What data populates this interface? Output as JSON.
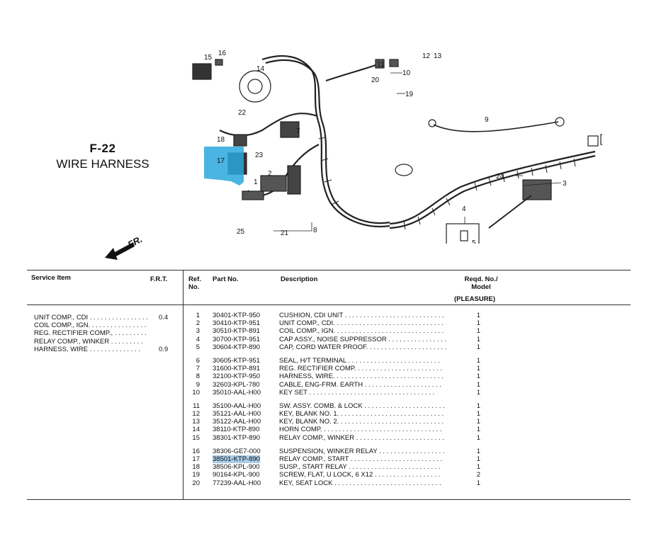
{
  "figure": {
    "code": "F-22",
    "name": "WIRE HARNESS",
    "direction_label": "FR."
  },
  "diagram_callouts": [
    "1",
    "2",
    "3",
    "4",
    "5",
    "6",
    "7",
    "8",
    "9",
    "10",
    "11",
    "12",
    "13",
    "14",
    "15",
    "16",
    "17",
    "18",
    "19",
    "20",
    "21",
    "22",
    "23",
    "24",
    "25"
  ],
  "table": {
    "headers": {
      "service_item": "Service Item",
      "frt": "F.R.T.",
      "ref_no": "Ref. No.",
      "part_no": "Part No.",
      "description": "Description",
      "reqd": "Reqd. No./ Model",
      "model": "(PLEASURE)"
    },
    "service_items": [
      {
        "name": "UNIT COMP., CDI . . . . . . . . . . . . . . . . ",
        "frt": "0.4"
      },
      {
        "name": "COIL COMP., IGN. . . . . . . . . . . . . . . . ",
        "frt": ""
      },
      {
        "name": "REG. RECTIFIER COMP., . . . . . . . . . ",
        "frt": ""
      },
      {
        "name": "RELAY COMP., WINKER . . . . . . . . . ",
        "frt": ""
      },
      {
        "name": "HARNESS, WIRE . . . . . . . . . . . . . . ",
        "frt": "0.9"
      }
    ],
    "groups": [
      [
        {
          "ref": "1",
          "part": "30401-KTP-950",
          "desc": "CUSHION, CDI UNIT . . . . . . . . . . . . . . . . . . . . . . . . . . .",
          "qty": "1"
        },
        {
          "ref": "2",
          "part": "30410-KTP-951",
          "desc": "UNIT COMP., CDI. . . . . . . . . . . . . . . . . . . . . . . . . . . . . .",
          "qty": "1"
        },
        {
          "ref": "3",
          "part": "30510-KTP-891",
          "desc": "COIL COMP., IGN. . . . . . . . . . . . . . . . . . . . . . . . . . . . . .",
          "qty": "1"
        },
        {
          "ref": "4",
          "part": "30700-KTP-951",
          "desc": "CAP ASSY., NOISE SUPPRESSOR . . . . . . . . . . . . . . . .",
          "qty": "1"
        },
        {
          "ref": "5",
          "part": "30604-KTP-890",
          "desc": "CAP, CORD WATER PROOF. . . . . . . . . . . . . . . . . . . . . .",
          "qty": "1"
        }
      ],
      [
        {
          "ref": "6",
          "part": "30605-KTP-951",
          "desc": "SEAL, H/T TERMINAL . . . . . . . . . . . . . . . . . . . . . . . . .",
          "qty": "1"
        },
        {
          "ref": "7",
          "part": "31600-KTP-891",
          "desc": "REG. RECTIFIER COMP. . . . . . . . . . . . . . . . . . . . . . . .",
          "qty": "1"
        },
        {
          "ref": "8",
          "part": "32100-KTP-950",
          "desc": "HARNESS, WIRE. . . . . . . . . . . . . . . . . . . . . . . . . . . . . .",
          "qty": "1"
        },
        {
          "ref": "9",
          "part": "32603-KPL-780",
          "desc": "CABLE, ENG-FRM. EARTH . . . . . . . . . . . . . . . . . . . . .",
          "qty": "1"
        },
        {
          "ref": "10",
          "part": "35010-AAL-H00",
          "desc": "KEY SET . . . . . . . . . . . . . . . . . . . . . . . . . . . . . . . . . .",
          "qty": "1"
        }
      ],
      [
        {
          "ref": "11",
          "part": "35100-AAL-H00",
          "desc": "SW. ASSY. COMB. & LOCK . . . . . . . . . . . . . . . . . . . . . .",
          "qty": "1"
        },
        {
          "ref": "12",
          "part": "35121-AAL-H00",
          "desc": "KEY, BLANK NO. 1. . . . . . . . . . . . . . . . . . . . . . . . . . . . .",
          "qty": "1"
        },
        {
          "ref": "13",
          "part": "35122-AAL-H00",
          "desc": "KEY, BLANK NO. 2. . . . . . . . . . . . . . . . . . . . . . . . . . . . .",
          "qty": "1"
        },
        {
          "ref": "14",
          "part": "38110-KTP-890",
          "desc": "HORN COMP. . . . . . . . . . . . . . . . . . . . . . . . . . . . . . . . .",
          "qty": "1"
        },
        {
          "ref": "15",
          "part": "38301-KTP-890",
          "desc": "RELAY COMP., WINKER . . . . . . . . . . . . . . . . . . . . . . . .",
          "qty": "1"
        }
      ],
      [
        {
          "ref": "16",
          "part": "38306-GE7-000",
          "desc": "SUSPENSION, WINKER RELAY . . . . . . . . . . . . . . . . . .",
          "qty": "1"
        },
        {
          "ref": "17",
          "part": "38501-KTP-890",
          "desc": "RELAY COMP., START . . . . . . . . . . . . . . . . . . . . . . . . .",
          "qty": "1",
          "highlight": true
        },
        {
          "ref": "18",
          "part": "38506-KPL-900",
          "desc": "SUSP., START RELAY . . . . . . . . . . . . . . . . . . . . . . . . .",
          "qty": "1"
        },
        {
          "ref": "19",
          "part": "90164-KPL-900",
          "desc": "SCREW, FLAT, U LOCK, 6 X12 . . . . . . . . . . . . . . . . . .",
          "qty": "2"
        },
        {
          "ref": "20",
          "part": "77239-AAL-H00",
          "desc": "KEY, SEAT LOCK . . . . . . . . . . . . . . . . . . . . . . . . . . . . .",
          "qty": "1"
        }
      ]
    ]
  },
  "colors": {
    "highlight": "#a9cde8",
    "selection_box": "#2aa7dd"
  }
}
